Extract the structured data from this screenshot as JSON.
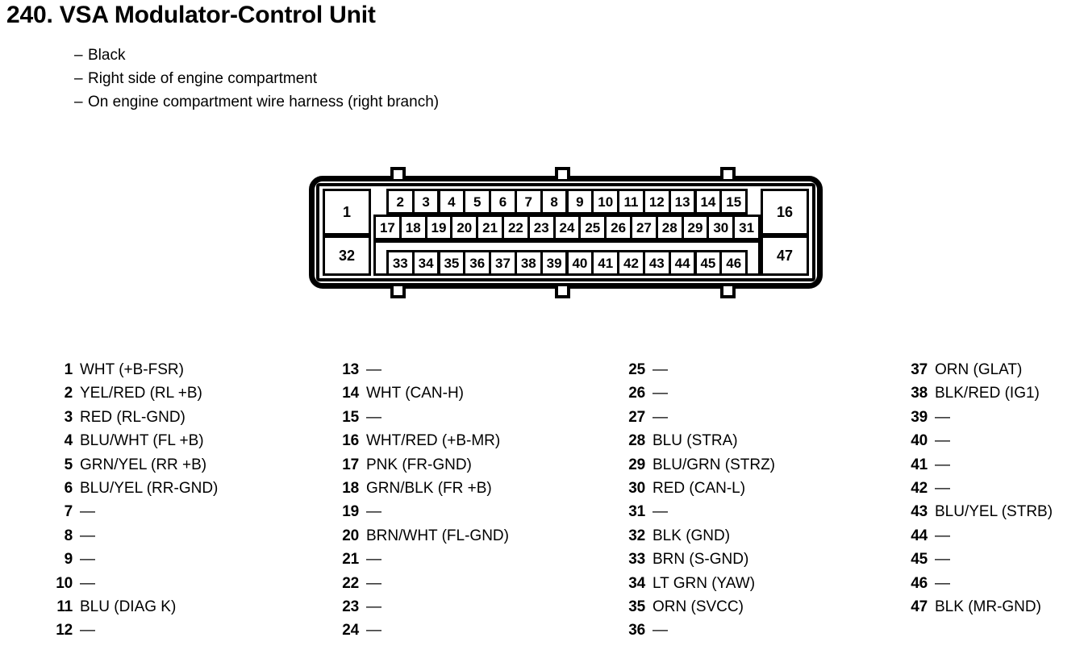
{
  "header": {
    "title": "240.  VSA Modulator-Control Unit",
    "bullet_marker": "–",
    "bullets": [
      "Black",
      "Right side of engine compartment",
      "On engine compartment wire harness (right branch)"
    ]
  },
  "connector": {
    "label": "47-pin connector diagram",
    "left_pins": [
      "1",
      "32"
    ],
    "right_pins": [
      "16",
      "47"
    ],
    "row1": [
      "2",
      "3",
      "4",
      "5",
      "6",
      "7",
      "8",
      "9",
      "10",
      "11",
      "12",
      "13",
      "14",
      "15"
    ],
    "row2": [
      "17",
      "18",
      "19",
      "20",
      "21",
      "22",
      "23",
      "24",
      "25",
      "26",
      "27",
      "28",
      "29",
      "30",
      "31"
    ],
    "row4": [
      "33",
      "34",
      "35",
      "36",
      "37",
      "38",
      "39",
      "40",
      "41",
      "42",
      "43",
      "44",
      "45",
      "46"
    ],
    "tab_count": 3
  },
  "pin_list": {
    "empty_marker": "—",
    "columns": [
      {
        "pins": [
          {
            "num": "1",
            "desc": "WHT (+B-FSR)"
          },
          {
            "num": "2",
            "desc": "YEL/RED (RL +B)"
          },
          {
            "num": "3",
            "desc": "RED (RL-GND)"
          },
          {
            "num": "4",
            "desc": "BLU/WHT (FL +B)"
          },
          {
            "num": "5",
            "desc": "GRN/YEL (RR +B)"
          },
          {
            "num": "6",
            "desc": "BLU/YEL (RR-GND)"
          },
          {
            "num": "7",
            "desc": "—"
          },
          {
            "num": "8",
            "desc": "—"
          },
          {
            "num": "9",
            "desc": "—"
          },
          {
            "num": "10",
            "desc": "—"
          },
          {
            "num": "11",
            "desc": "BLU (DIAG K)"
          },
          {
            "num": "12",
            "desc": "—"
          }
        ]
      },
      {
        "pins": [
          {
            "num": "13",
            "desc": "—"
          },
          {
            "num": "14",
            "desc": "WHT (CAN-H)"
          },
          {
            "num": "15",
            "desc": "—"
          },
          {
            "num": "16",
            "desc": "WHT/RED (+B-MR)"
          },
          {
            "num": "17",
            "desc": "PNK (FR-GND)"
          },
          {
            "num": "18",
            "desc": "GRN/BLK (FR +B)"
          },
          {
            "num": "19",
            "desc": "—"
          },
          {
            "num": "20",
            "desc": "BRN/WHT (FL-GND)"
          },
          {
            "num": "21",
            "desc": "—"
          },
          {
            "num": "22",
            "desc": "—"
          },
          {
            "num": "23",
            "desc": "—"
          },
          {
            "num": "24",
            "desc": "—"
          }
        ]
      },
      {
        "pins": [
          {
            "num": "25",
            "desc": "—"
          },
          {
            "num": "26",
            "desc": "—"
          },
          {
            "num": "27",
            "desc": "—"
          },
          {
            "num": "28",
            "desc": "BLU (STRA)"
          },
          {
            "num": "29",
            "desc": "BLU/GRN (STRZ)"
          },
          {
            "num": "30",
            "desc": "RED (CAN-L)"
          },
          {
            "num": "31",
            "desc": "—"
          },
          {
            "num": "32",
            "desc": "BLK (GND)"
          },
          {
            "num": "33",
            "desc": "BRN (S-GND)"
          },
          {
            "num": "34",
            "desc": "LT GRN (YAW)"
          },
          {
            "num": "35",
            "desc": "ORN (SVCC)"
          },
          {
            "num": "36",
            "desc": "—"
          }
        ]
      },
      {
        "pins": [
          {
            "num": "37",
            "desc": "ORN (GLAT)"
          },
          {
            "num": "38",
            "desc": "BLK/RED (IG1)"
          },
          {
            "num": "39",
            "desc": "—"
          },
          {
            "num": "40",
            "desc": "—"
          },
          {
            "num": "41",
            "desc": "—"
          },
          {
            "num": "42",
            "desc": "—"
          },
          {
            "num": "43",
            "desc": "BLU/YEL (STRB)"
          },
          {
            "num": "44",
            "desc": "—"
          },
          {
            "num": "45",
            "desc": "—"
          },
          {
            "num": "46",
            "desc": "—"
          },
          {
            "num": "47",
            "desc": "BLK (MR-GND)"
          }
        ]
      }
    ]
  },
  "colors": {
    "ink": "#000000",
    "paper": "#ffffff"
  }
}
